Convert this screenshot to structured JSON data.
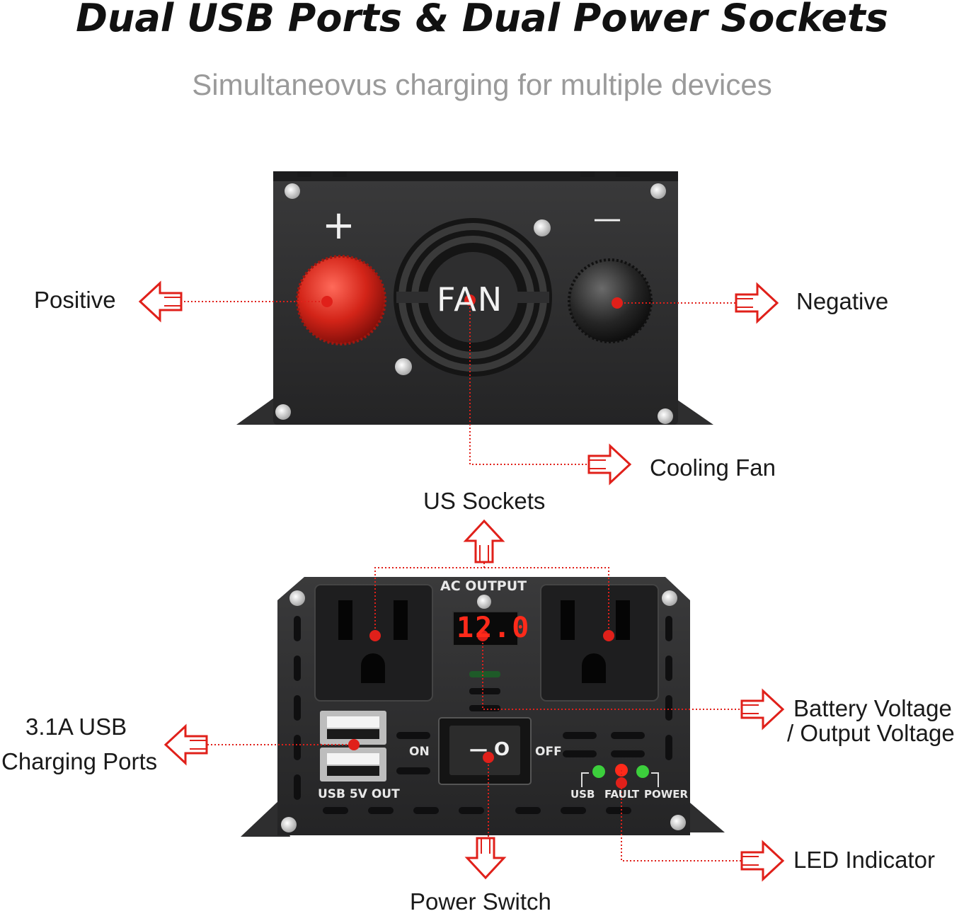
{
  "header": {
    "title": "Dual USB Ports & Dual Power Sockets",
    "subtitle": "Simultaneovus charging for multiple devices"
  },
  "callouts": {
    "positive": "Positive",
    "negative": "Negative",
    "cooling_fan": "Cooling Fan",
    "us_sockets": "US Sockets",
    "battery_voltage_line1": "Battery Voltage",
    "battery_voltage_line2": "/ Output Voltage",
    "usb_ports_line1": "3.1A USB",
    "usb_ports_line2": "Charging Ports",
    "led_indicator": "LED Indicator",
    "power_switch": "Power Switch"
  },
  "device_top": {
    "plus_sign": "+",
    "minus_sign": "—",
    "fan_label": "FAN"
  },
  "device_front": {
    "ac_output_label": "AC OUTPUT",
    "display_value": "12.0",
    "switch_on_label": "ON",
    "switch_off_label": "OFF",
    "switch_face": "— O",
    "usb_out_label": "USB 5V OUT",
    "led_usb": "USB",
    "led_fault": "FAULT",
    "led_power": "POWER"
  },
  "colors": {
    "accent_red": "#e0201a",
    "device_body": "#2b2b2c",
    "led_green": "#3ccf3c",
    "led_red": "#ff2a1a"
  }
}
